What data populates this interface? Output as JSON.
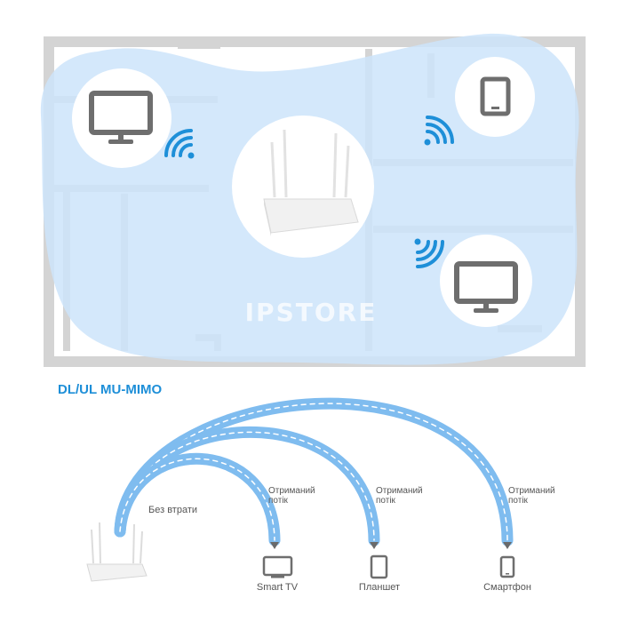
{
  "watermark": "IPSTORE",
  "section_title": "DL/UL MU-MIMO",
  "lossless_label": "Без втрати",
  "streams": [
    {
      "caption_line1": "Отриманий",
      "caption_line2": "потік",
      "device": "Smart TV",
      "device_icon": "tv-icon"
    },
    {
      "caption_line1": "Отриманий",
      "caption_line2": "потік",
      "device": "Планшет",
      "device_icon": "tablet-icon"
    },
    {
      "caption_line1": "Отриманий",
      "caption_line2": "потік",
      "device": "Смартфон",
      "device_icon": "smartphone-icon"
    }
  ],
  "colors": {
    "coverage": "#d3e8fb",
    "beam": "#7fbcef",
    "beam_dash": "#ffffff",
    "wall": "#d4d4d4",
    "accent": "#1e8fd8",
    "device": "#6e6e6e"
  }
}
